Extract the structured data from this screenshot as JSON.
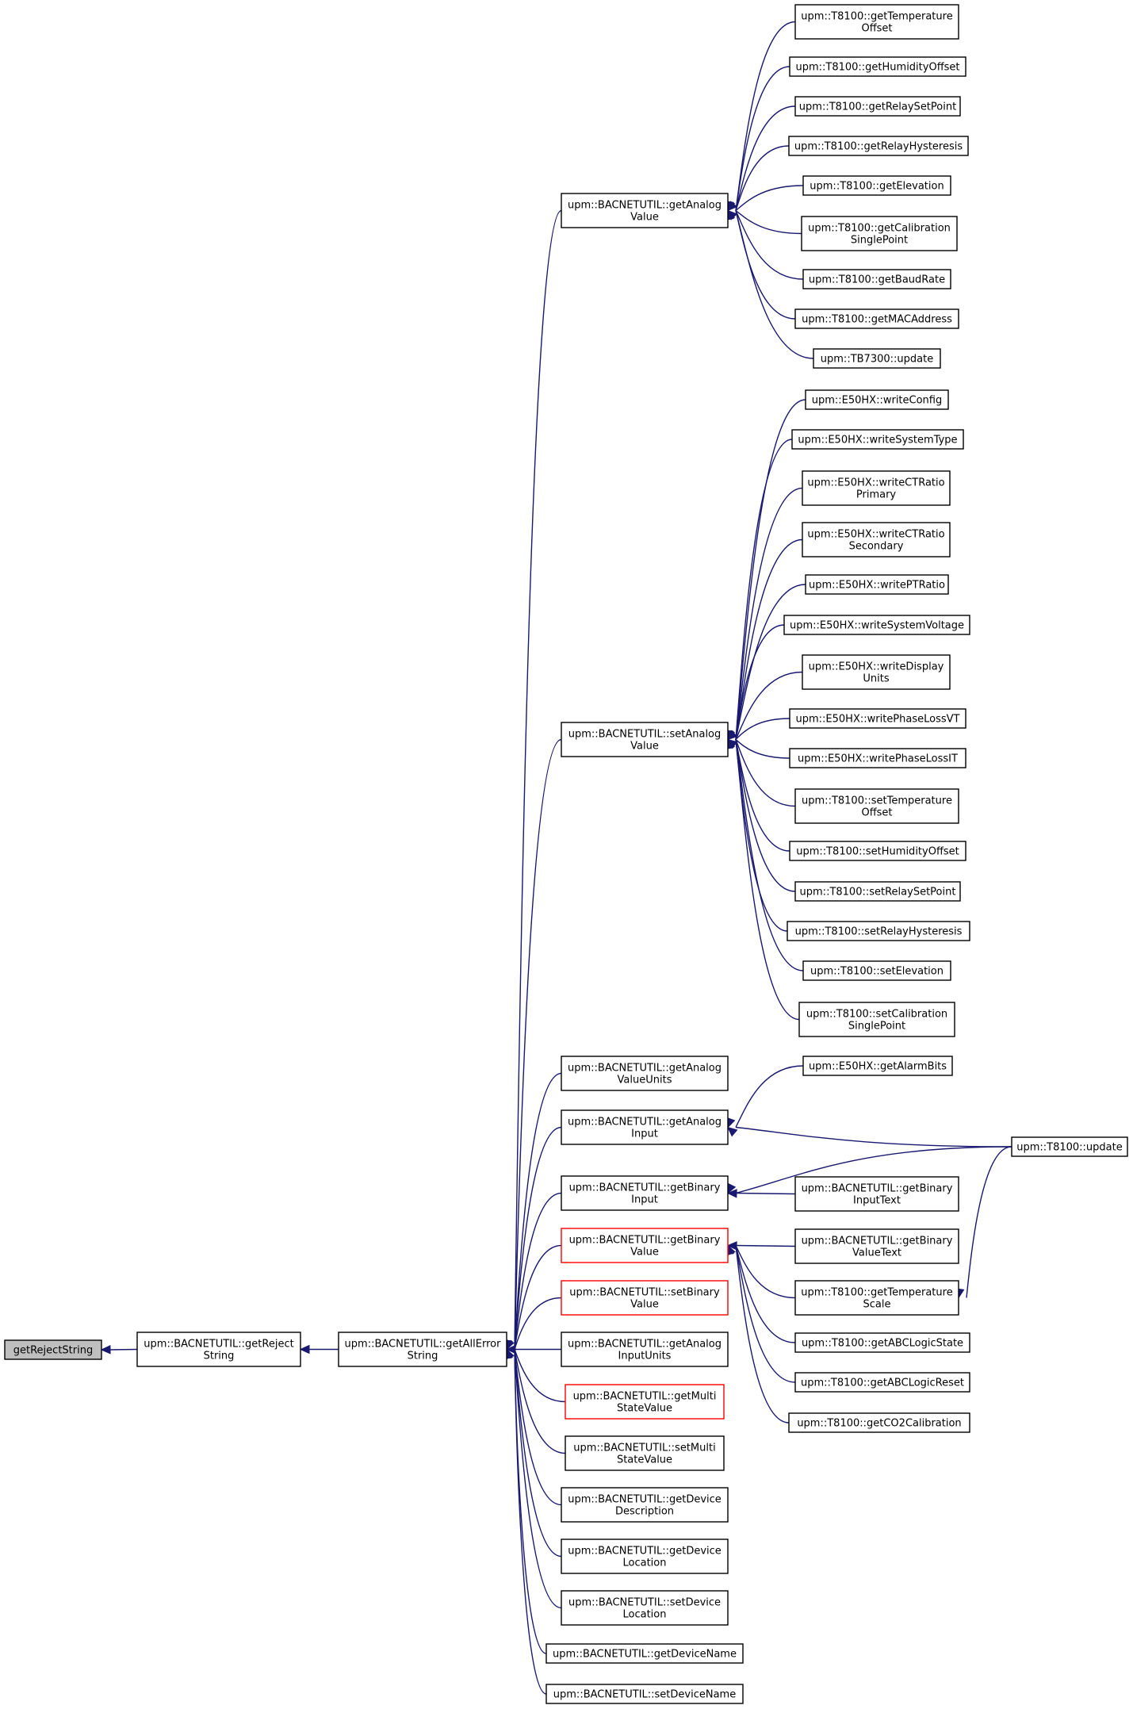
{
  "diagram": {
    "colors": {
      "edge": "#191970",
      "node_border": "#000000",
      "root_fill": "#bfbfbf",
      "highlight_border": "#ff0000",
      "background": "#ffffff"
    },
    "nodes": [
      {
        "id": "root",
        "lines": [
          "getRejectString"
        ],
        "style": "root"
      },
      {
        "id": "getReject",
        "lines": [
          "upm::BACNETUTIL::getReject",
          "String"
        ]
      },
      {
        "id": "getAllError",
        "lines": [
          "upm::BACNETUTIL::getAllError",
          "String"
        ]
      },
      {
        "id": "getAnalogValue",
        "lines": [
          "upm::BACNETUTIL::getAnalog",
          "Value"
        ]
      },
      {
        "id": "setAnalogValue",
        "lines": [
          "upm::BACNETUTIL::setAnalog",
          "Value"
        ]
      },
      {
        "id": "getAnalogValueUnits",
        "lines": [
          "upm::BACNETUTIL::getAnalog",
          "ValueUnits"
        ]
      },
      {
        "id": "getAnalogInput",
        "lines": [
          "upm::BACNETUTIL::getAnalog",
          "Input"
        ]
      },
      {
        "id": "getBinaryInput",
        "lines": [
          "upm::BACNETUTIL::getBinary",
          "Input"
        ]
      },
      {
        "id": "getBinaryValue",
        "lines": [
          "upm::BACNETUTIL::getBinary",
          "Value"
        ],
        "style": "red"
      },
      {
        "id": "setBinaryValue",
        "lines": [
          "upm::BACNETUTIL::setBinary",
          "Value"
        ],
        "style": "red"
      },
      {
        "id": "getAnalogInputUnits",
        "lines": [
          "upm::BACNETUTIL::getAnalog",
          "InputUnits"
        ]
      },
      {
        "id": "getMultiStateValue",
        "lines": [
          "upm::BACNETUTIL::getMulti",
          "StateValue"
        ],
        "style": "red"
      },
      {
        "id": "setMultiStateValue",
        "lines": [
          "upm::BACNETUTIL::setMulti",
          "StateValue"
        ]
      },
      {
        "id": "getDeviceDescription",
        "lines": [
          "upm::BACNETUTIL::getDevice",
          "Description"
        ]
      },
      {
        "id": "getDeviceLocation",
        "lines": [
          "upm::BACNETUTIL::getDevice",
          "Location"
        ]
      },
      {
        "id": "setDeviceLocation",
        "lines": [
          "upm::BACNETUTIL::setDevice",
          "Location"
        ]
      },
      {
        "id": "getDeviceName",
        "lines": [
          "upm::BACNETUTIL::getDeviceName"
        ]
      },
      {
        "id": "setDeviceName",
        "lines": [
          "upm::BACNETUTIL::setDeviceName"
        ]
      },
      {
        "id": "t_getTempOffset",
        "lines": [
          "upm::T8100::getTemperature",
          "Offset"
        ]
      },
      {
        "id": "t_getHumOffset",
        "lines": [
          "upm::T8100::getHumidityOffset"
        ]
      },
      {
        "id": "t_getRelaySetPoint",
        "lines": [
          "upm::T8100::getRelaySetPoint"
        ]
      },
      {
        "id": "t_getRelayHyst",
        "lines": [
          "upm::T8100::getRelayHysteresis"
        ]
      },
      {
        "id": "t_getElevation",
        "lines": [
          "upm::T8100::getElevation"
        ]
      },
      {
        "id": "t_getCalib",
        "lines": [
          "upm::T8100::getCalibration",
          "SinglePoint"
        ]
      },
      {
        "id": "t_getBaud",
        "lines": [
          "upm::T8100::getBaudRate"
        ]
      },
      {
        "id": "t_getMAC",
        "lines": [
          "upm::T8100::getMACAddress"
        ]
      },
      {
        "id": "tb_update",
        "lines": [
          "upm::TB7300::update"
        ]
      },
      {
        "id": "e_writeConfig",
        "lines": [
          "upm::E50HX::writeConfig"
        ]
      },
      {
        "id": "e_writeSysType",
        "lines": [
          "upm::E50HX::writeSystemType"
        ]
      },
      {
        "id": "e_writeCTPrimary",
        "lines": [
          "upm::E50HX::writeCTRatio",
          "Primary"
        ]
      },
      {
        "id": "e_writeCTSecondary",
        "lines": [
          "upm::E50HX::writeCTRatio",
          "Secondary"
        ]
      },
      {
        "id": "e_writePT",
        "lines": [
          "upm::E50HX::writePTRatio"
        ]
      },
      {
        "id": "e_writeSysVolt",
        "lines": [
          "upm::E50HX::writeSystemVoltage"
        ]
      },
      {
        "id": "e_writeDisplay",
        "lines": [
          "upm::E50HX::writeDisplay",
          "Units"
        ]
      },
      {
        "id": "e_writePLVT",
        "lines": [
          "upm::E50HX::writePhaseLossVT"
        ]
      },
      {
        "id": "e_writePLIT",
        "lines": [
          "upm::E50HX::writePhaseLossIT"
        ]
      },
      {
        "id": "t_setTempOffset",
        "lines": [
          "upm::T8100::setTemperature",
          "Offset"
        ]
      },
      {
        "id": "t_setHumOffset",
        "lines": [
          "upm::T8100::setHumidityOffset"
        ]
      },
      {
        "id": "t_setRelaySetPoint",
        "lines": [
          "upm::T8100::setRelaySetPoint"
        ]
      },
      {
        "id": "t_setRelayHyst",
        "lines": [
          "upm::T8100::setRelayHysteresis"
        ]
      },
      {
        "id": "t_setElevation",
        "lines": [
          "upm::T8100::setElevation"
        ]
      },
      {
        "id": "t_setCalib",
        "lines": [
          "upm::T8100::setCalibration",
          "SinglePoint"
        ]
      },
      {
        "id": "e_getAlarm",
        "lines": [
          "upm::E50HX::getAlarmBits"
        ]
      },
      {
        "id": "t_update",
        "lines": [
          "upm::T8100::update"
        ]
      },
      {
        "id": "getBinaryInputText",
        "lines": [
          "upm::BACNETUTIL::getBinary",
          "InputText"
        ]
      },
      {
        "id": "getBinaryValueText",
        "lines": [
          "upm::BACNETUTIL::getBinary",
          "ValueText"
        ]
      },
      {
        "id": "t_getTempScale",
        "lines": [
          "upm::T8100::getTemperature",
          "Scale"
        ]
      },
      {
        "id": "t_getABCState",
        "lines": [
          "upm::T8100::getABCLogicState"
        ]
      },
      {
        "id": "t_getABCReset",
        "lines": [
          "upm::T8100::getABCLogicReset"
        ]
      },
      {
        "id": "t_getCO2",
        "lines": [
          "upm::T8100::getCO2Calibration"
        ]
      }
    ],
    "edges": [
      [
        "getReject",
        "root"
      ],
      [
        "getAllError",
        "getReject"
      ],
      [
        "getAnalogValue",
        "getAllError"
      ],
      [
        "setAnalogValue",
        "getAllError"
      ],
      [
        "getAnalogValueUnits",
        "getAllError"
      ],
      [
        "getAnalogInput",
        "getAllError"
      ],
      [
        "getBinaryInput",
        "getAllError"
      ],
      [
        "getBinaryValue",
        "getAllError"
      ],
      [
        "setBinaryValue",
        "getAllError"
      ],
      [
        "getAnalogInputUnits",
        "getAllError"
      ],
      [
        "getMultiStateValue",
        "getAllError"
      ],
      [
        "setMultiStateValue",
        "getAllError"
      ],
      [
        "getDeviceDescription",
        "getAllError"
      ],
      [
        "getDeviceLocation",
        "getAllError"
      ],
      [
        "setDeviceLocation",
        "getAllError"
      ],
      [
        "getDeviceName",
        "getAllError"
      ],
      [
        "setDeviceName",
        "getAllError"
      ],
      [
        "t_getTempOffset",
        "getAnalogValue"
      ],
      [
        "t_getHumOffset",
        "getAnalogValue"
      ],
      [
        "t_getRelaySetPoint",
        "getAnalogValue"
      ],
      [
        "t_getRelayHyst",
        "getAnalogValue"
      ],
      [
        "t_getElevation",
        "getAnalogValue"
      ],
      [
        "t_getCalib",
        "getAnalogValue"
      ],
      [
        "t_getBaud",
        "getAnalogValue"
      ],
      [
        "t_getMAC",
        "getAnalogValue"
      ],
      [
        "tb_update",
        "getAnalogValue"
      ],
      [
        "e_writeConfig",
        "setAnalogValue"
      ],
      [
        "e_writeSysType",
        "setAnalogValue"
      ],
      [
        "e_writeCTPrimary",
        "setAnalogValue"
      ],
      [
        "e_writeCTSecondary",
        "setAnalogValue"
      ],
      [
        "e_writePT",
        "setAnalogValue"
      ],
      [
        "e_writeSysVolt",
        "setAnalogValue"
      ],
      [
        "e_writeDisplay",
        "setAnalogValue"
      ],
      [
        "e_writePLVT",
        "setAnalogValue"
      ],
      [
        "e_writePLIT",
        "setAnalogValue"
      ],
      [
        "t_setTempOffset",
        "setAnalogValue"
      ],
      [
        "t_setHumOffset",
        "setAnalogValue"
      ],
      [
        "t_setRelaySetPoint",
        "setAnalogValue"
      ],
      [
        "t_setRelayHyst",
        "setAnalogValue"
      ],
      [
        "t_setElevation",
        "setAnalogValue"
      ],
      [
        "t_setCalib",
        "setAnalogValue"
      ],
      [
        "e_getAlarm",
        "getAnalogInput"
      ],
      [
        "t_update",
        "getAnalogInput"
      ],
      [
        "t_update",
        "getBinaryInput"
      ],
      [
        "getBinaryInputText",
        "getBinaryInput"
      ],
      [
        "getBinaryValueText",
        "getBinaryValue"
      ],
      [
        "t_getTempScale",
        "getBinaryValue"
      ],
      [
        "t_getABCState",
        "getBinaryValue"
      ],
      [
        "t_getABCReset",
        "getBinaryValue"
      ],
      [
        "t_getCO2",
        "getBinaryValue"
      ],
      [
        "t_update",
        "t_getTempScale"
      ]
    ]
  }
}
